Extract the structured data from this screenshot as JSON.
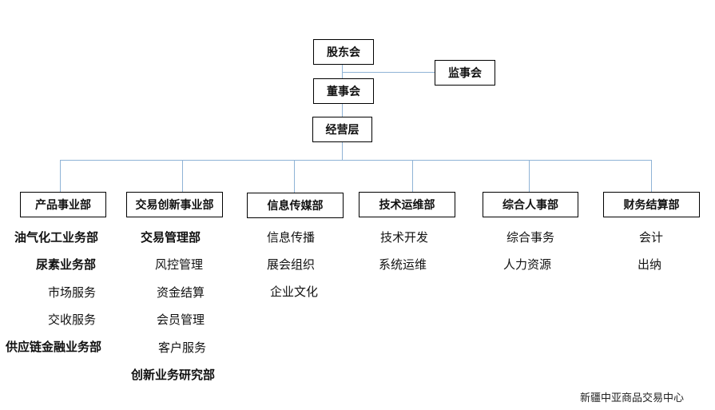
{
  "top": {
    "shareholders": "股东会",
    "supervisors": "监事会",
    "board": "董事会",
    "management": "经营层"
  },
  "departments": [
    {
      "label": "产品事业部",
      "items": [
        {
          "text": "油气化工业务部",
          "bold": true
        },
        {
          "text": "尿素业务部",
          "bold": true
        },
        {
          "text": "市场服务",
          "bold": false
        },
        {
          "text": "交收服务",
          "bold": false
        },
        {
          "text": "供应链金融业务部",
          "bold": true
        }
      ]
    },
    {
      "label": "交易创新事业部",
      "items": [
        {
          "text": "交易管理部",
          "bold": true
        },
        {
          "text": "风控管理",
          "bold": false
        },
        {
          "text": "资金结算",
          "bold": false
        },
        {
          "text": "会员管理",
          "bold": false
        },
        {
          "text": "客户服务",
          "bold": false
        },
        {
          "text": "创新业务研究部",
          "bold": true
        }
      ]
    },
    {
      "label": "信息传媒部",
      "items": [
        {
          "text": "信息传播",
          "bold": false
        },
        {
          "text": "展会组织",
          "bold": false
        },
        {
          "text": "企业文化",
          "bold": false
        }
      ]
    },
    {
      "label": "技术运维部",
      "items": [
        {
          "text": "技术开发",
          "bold": false
        },
        {
          "text": "系统运维",
          "bold": false
        }
      ]
    },
    {
      "label": "综合人事部",
      "items": [
        {
          "text": "综合事务",
          "bold": false
        },
        {
          "text": "人力资源",
          "bold": false
        }
      ]
    },
    {
      "label": "财务结算部",
      "items": [
        {
          "text": "会计",
          "bold": false
        },
        {
          "text": "出纳",
          "bold": false
        }
      ]
    }
  ],
  "footer": "新疆中亚商品交易中心",
  "colors": {
    "connector": "#8fb3d6",
    "box_border": "#000000"
  }
}
